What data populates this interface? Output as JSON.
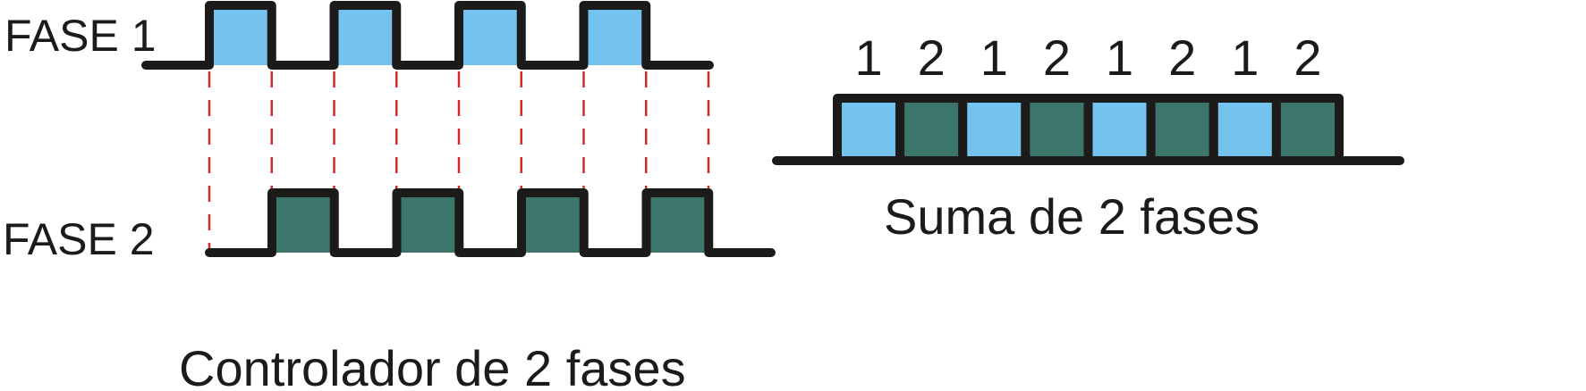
{
  "phase1": {
    "label": "FASE 1",
    "pulses": 4
  },
  "phase2": {
    "label": "FASE 2",
    "pulses": 4
  },
  "left_caption": "Controlador de 2 fases",
  "sum": {
    "caption": "Suma de 2 fases",
    "sequence": [
      "1",
      "2",
      "1",
      "2",
      "1",
      "2",
      "1",
      "2"
    ]
  },
  "colors": {
    "phase1": "#73C3EE",
    "phase2": "#3C766A",
    "line": "#1d1a1a",
    "guide": "#d42a2a"
  }
}
